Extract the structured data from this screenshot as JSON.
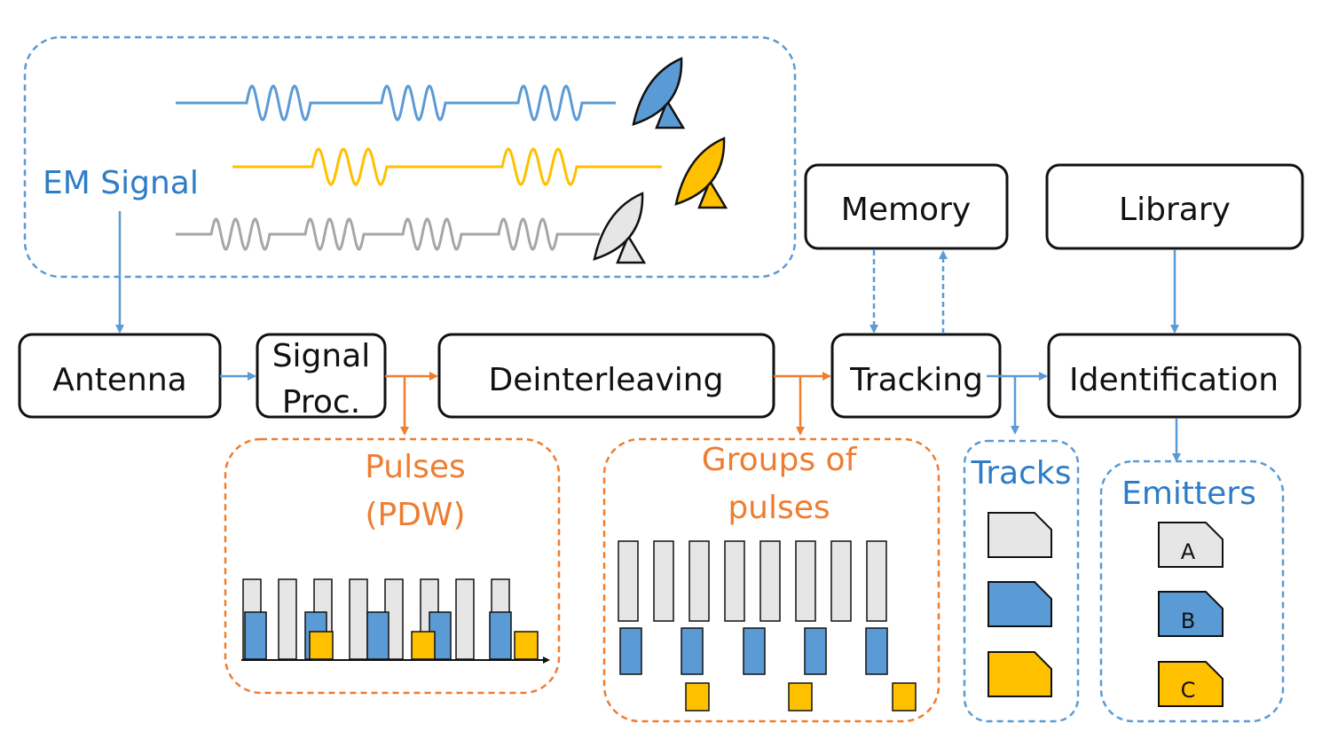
{
  "labels": {
    "em_signal": "EM Signal",
    "antenna": "Antenna",
    "signal_proc_line1": "Signal",
    "signal_proc_line2": "Proc.",
    "deinterleaving": "Deinterleaving",
    "tracking": "Tracking",
    "identification": "Identification",
    "memory": "Memory",
    "library": "Library",
    "pulses_line1": "Pulses",
    "pulses_line2": "(PDW)",
    "groups_line1": "Groups of",
    "groups_line2": "pulses",
    "tracks": "Tracks",
    "emitters": "Emitters"
  },
  "emitters": [
    "A",
    "B",
    "C"
  ],
  "colors": {
    "blue": "#5b9bd5",
    "blue_text": "#2e7cc6",
    "orange": "#ee7d31",
    "yellow": "#ffc000",
    "gray_fill": "#e6e6e6",
    "gray_wave": "#a6a6a6",
    "box_stroke": "#111111"
  },
  "icons": [
    "radar-dish-icon"
  ]
}
